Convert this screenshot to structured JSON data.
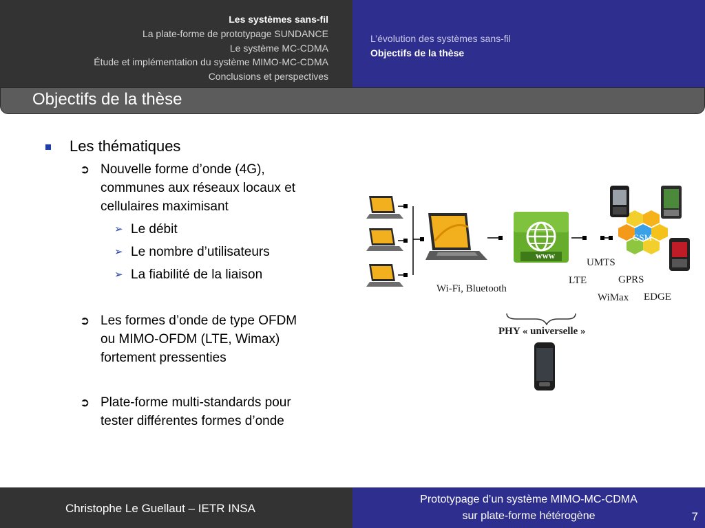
{
  "header": {
    "sections": [
      {
        "label": "Les systèmes sans-fil",
        "active": true
      },
      {
        "label": "La plate-forme de prototypage SUNDANCE",
        "active": false
      },
      {
        "label": "Le système MC-CDMA",
        "active": false
      },
      {
        "label": "Étude et implémentation du système MIMO-MC-CDMA",
        "active": false
      },
      {
        "label": "Conclusions et perspectives",
        "active": false
      }
    ],
    "subsections": [
      {
        "label": "L’évolution des systèmes sans-fil",
        "active": false
      },
      {
        "label": "Objectifs de la thèse",
        "active": true
      }
    ]
  },
  "slide": {
    "title": "Objectifs de la thèse",
    "bullet": "Les thématiques",
    "sub1": {
      "lines": [
        "Nouvelle forme d’onde (4G),",
        "communes aux réseaux locaux et",
        "cellulaires maximisant"
      ],
      "items": [
        "Le débit",
        "Le nombre d’utilisateurs",
        "La fiabilité de la liaison"
      ]
    },
    "sub2": {
      "lines": [
        "Les formes d’onde de type OFDM",
        "ou MIMO-OFDM (LTE, Wimax)",
        "fortement pressenties"
      ]
    },
    "sub3": {
      "lines": [
        "Plate-forme multi-standards pour",
        "tester différentes formes d’onde"
      ]
    }
  },
  "diagram": {
    "www": "www",
    "gsm": "GSM",
    "wifi": "Wi-Fi, Bluetooth",
    "umts": "UMTS",
    "lte": "LTE",
    "gprs": "GPRS",
    "wimax": "WiMax",
    "edge": "EDGE",
    "phy": "PHY « universelle »"
  },
  "footer": {
    "author": "Christophe Le Guellaut – IETR INSA",
    "talk_title_line1": "Prototypage d’un système MIMO-MC-CDMA",
    "talk_title_line2": "sur plate-forme hétérogène",
    "page": "7"
  },
  "colors": {
    "dark_band": "#333333",
    "blue_band": "#2e2e8e",
    "title_bar": "#5c5c5c",
    "bullet_blue": "#1f3fa8"
  }
}
